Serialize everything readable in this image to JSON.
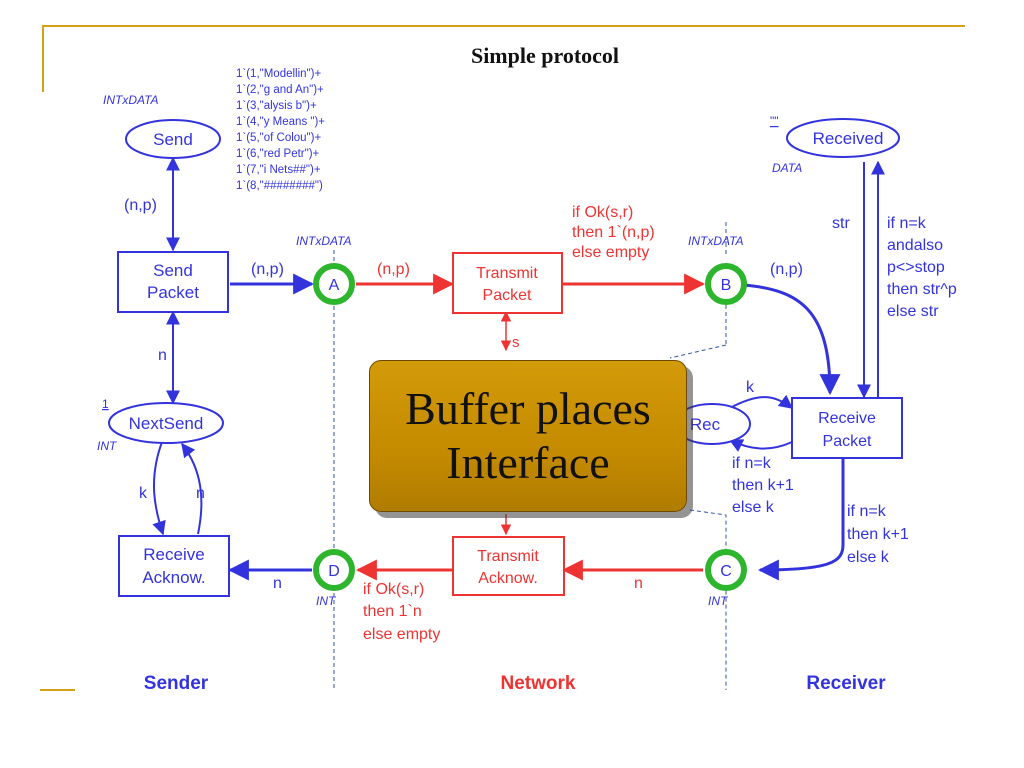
{
  "title": "Simple protocol",
  "callout": {
    "line1": "Buffer places",
    "line2": "Interface"
  },
  "sections": {
    "sender": "Sender",
    "network": "Network",
    "receiver": "Receiver"
  },
  "places": {
    "send": {
      "label": "Send",
      "type": "INTxDATA"
    },
    "received": {
      "label": "Received",
      "type": "DATA",
      "marking": "\"\""
    },
    "nextsend": {
      "label": "NextSend",
      "type": "INT",
      "marking": "1"
    },
    "a": {
      "label": "A",
      "type": "INTxDATA"
    },
    "b": {
      "label": "B",
      "type": "INTxDATA"
    },
    "c": {
      "label": "C",
      "type": "INT"
    },
    "d": {
      "label": "D",
      "type": "INT"
    },
    "rec": {
      "label": "Rec"
    }
  },
  "transitions": {
    "send_packet": [
      "Send",
      "Packet"
    ],
    "transmit_packet": [
      "Transmit",
      "Packet"
    ],
    "receive_packet": [
      "Receive",
      "Packet"
    ],
    "transmit_ack": [
      "Transmit",
      "Acknow."
    ],
    "receive_ack": [
      "Receive",
      "Acknow."
    ]
  },
  "send_marking": [
    "1`(1,\"Modellin\")+",
    "1`(2,\"g and An\")+",
    "1`(3,\"alysis b\")+",
    "1`(4,\"y Means \")+",
    "1`(5,\"of Colou\")+",
    "1`(6,\"red Petr\")+",
    "1`(7,\"i Nets##\")+",
    "1`(8,\"########\")"
  ],
  "arcs": {
    "send_sendpacket": "(n,p)",
    "sendpacket_a": "(n,p)",
    "a_transmit": "(n,p)",
    "transmit_b": [
      "if Ok(s,r)",
      "then 1`(n,p)",
      "else empty"
    ],
    "b_receive": "(n,p)",
    "received_str": "str",
    "received_update": [
      "if n=k",
      "andalso",
      "p<>stop",
      "then str^p",
      "else str"
    ],
    "s_label": "s",
    "nextsend_n": "n",
    "k_upper": "k",
    "rec_update": [
      "if n=k",
      "then k+1",
      "else k"
    ],
    "receive_c": [
      "if n=k",
      "then k+1",
      "else k"
    ],
    "c_transmit": "n",
    "transmit_d": [
      "if Ok(s,r)",
      "then 1`n",
      "else empty"
    ],
    "d_receive": "n",
    "k_left": "k",
    "n_left": "n"
  },
  "colors": {
    "blue": "#3333dd",
    "red": "#ee3333",
    "green": "#2db52d",
    "accent": "#d4a017",
    "box": "#c58b00"
  }
}
